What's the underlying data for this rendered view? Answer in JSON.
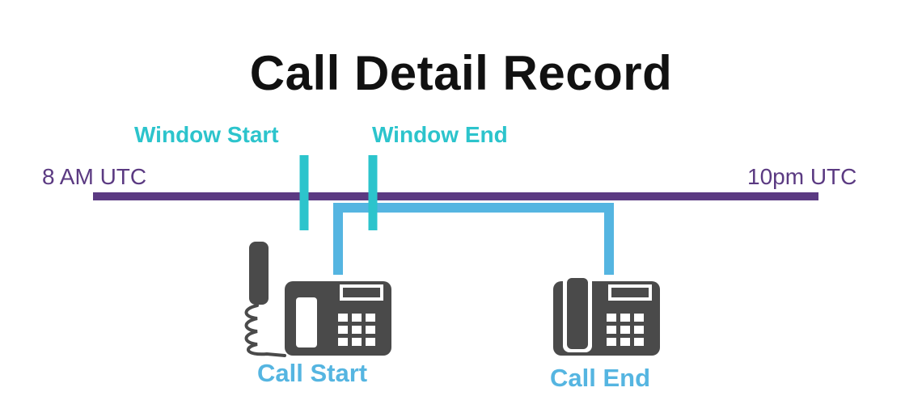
{
  "title": "Call Detail Record",
  "timeline": {
    "start_label": "8 AM UTC",
    "end_label": "10pm UTC"
  },
  "window": {
    "start_label": "Window Start",
    "end_label": "Window End"
  },
  "call": {
    "start_label": "Call Start",
    "end_label": "Call End"
  },
  "colors": {
    "timeline": "#5b3a82",
    "window": "#2cc4cc",
    "call": "#55b5e1",
    "phone": "#4a4a4a",
    "title": "#111111"
  },
  "icons": [
    "desk-phone-off-hook-icon",
    "desk-phone-on-hook-icon"
  ]
}
